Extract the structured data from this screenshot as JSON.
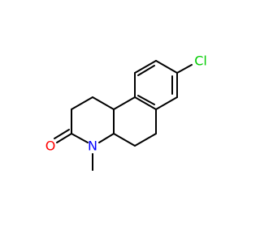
{
  "molecule": {
    "atoms": {
      "chlorine": "Cl",
      "oxygen": "O",
      "nitrogen": "N"
    }
  },
  "colors": {
    "bond": "#000000",
    "chlorine": "#00cc00",
    "oxygen": "#ff0000",
    "nitrogen": "#0000ff",
    "background": "#ffffff"
  }
}
